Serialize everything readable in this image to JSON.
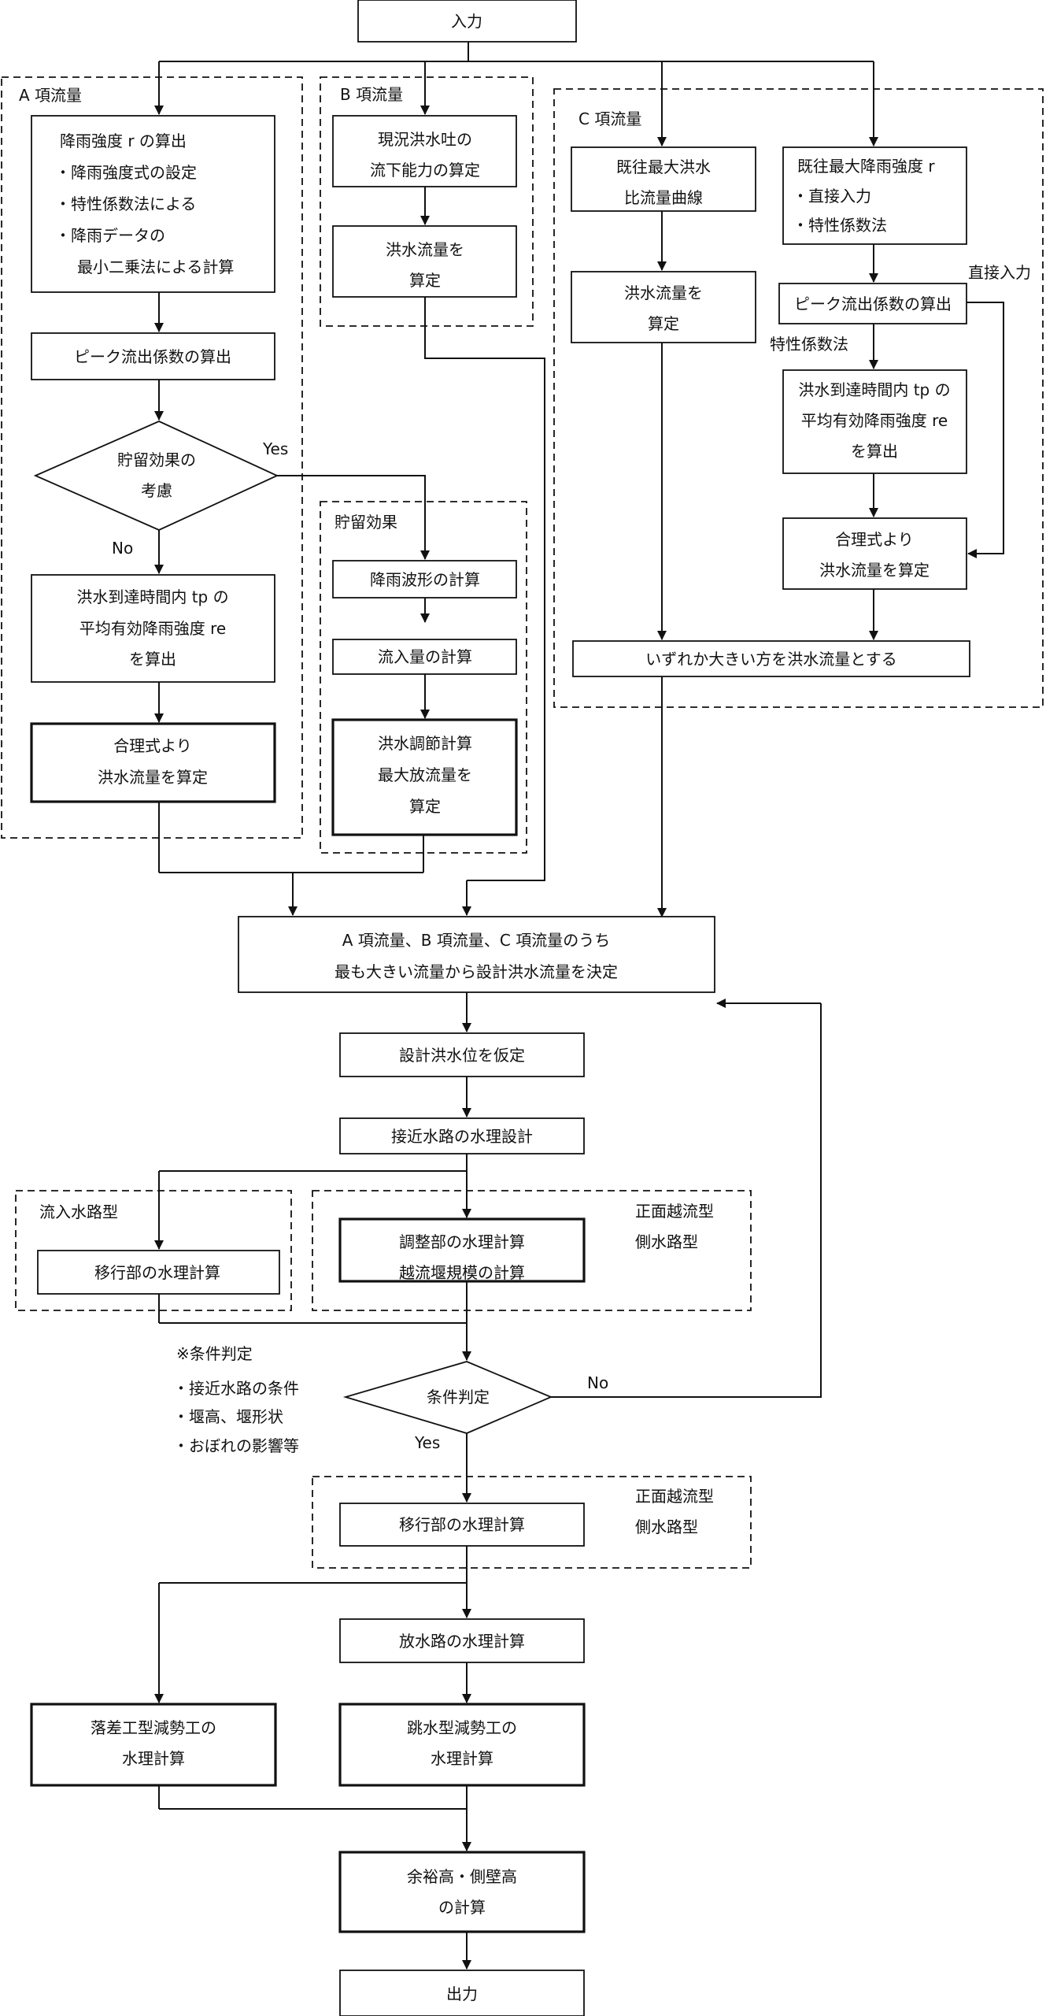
{
  "nodes": {
    "input": {
      "lines": [
        "入力"
      ]
    },
    "a_rain_intensity": {
      "lines": [
        "降雨強度 r の算出",
        "・降雨強度式の設定",
        "・特性係数法による",
        "・降雨データの",
        "最小二乗法による計算"
      ]
    },
    "a_peak_coef": {
      "lines": [
        "ピーク流出係数の算出"
      ]
    },
    "a_storage_decision": {
      "lines": [
        "貯留効果の",
        "考慮"
      ]
    },
    "a_avg_rain": {
      "lines": [
        "洪水到達時間内 tp の",
        "平均有効降雨強度 re",
        "を算出"
      ]
    },
    "a_rational": {
      "lines": [
        "合理式より",
        "洪水流量を算定"
      ]
    },
    "b_capacity": {
      "lines": [
        "現況洪水吐の",
        "流下能力の算定"
      ]
    },
    "b_flood_flow": {
      "lines": [
        "洪水流量を",
        "算定"
      ]
    },
    "s_rain_wave": {
      "lines": [
        "降雨波形の計算"
      ]
    },
    "s_inflow": {
      "lines": [
        "流入量の計算"
      ]
    },
    "s_regulation": {
      "lines": [
        "洪水調節計算",
        "最大放流量を",
        "算定"
      ]
    },
    "c_specific_curve": {
      "lines": [
        "既往最大洪水",
        "比流量曲線"
      ]
    },
    "c_flood_flow": {
      "lines": [
        "洪水流量を",
        "算定"
      ]
    },
    "c_max_rain": {
      "lines": [
        "既往最大降雨強度 r",
        "・直接入力",
        "・特性係数法"
      ]
    },
    "c_peak_coef": {
      "lines": [
        "ピーク流出係数の算出"
      ]
    },
    "c_avg_rain": {
      "lines": [
        "洪水到達時間内 tp の",
        "平均有効降雨強度 re",
        "を算出"
      ]
    },
    "c_rational": {
      "lines": [
        "合理式より",
        "洪水流量を算定"
      ]
    },
    "c_larger": {
      "lines": [
        "いずれか大きい方を洪水流量とする"
      ]
    },
    "design_flow": {
      "lines": [
        "A 項流量、B 項流量、C 項流量のうち",
        "最も大きい流量から設計洪水流量を決定"
      ]
    },
    "assume_level": {
      "lines": [
        "設計洪水位を仮定"
      ]
    },
    "approach_channel": {
      "lines": [
        "接近水路の水理設計"
      ]
    },
    "transition_calc": {
      "lines": [
        "移行部の水理計算"
      ]
    },
    "regulating_calc": {
      "lines": [
        "調整部の水理計算",
        "越流堰規模の計算"
      ]
    },
    "condition": {
      "lines": [
        "条件判定"
      ]
    },
    "transition_calc2": {
      "lines": [
        "移行部の水理計算"
      ]
    },
    "discharge_channel": {
      "lines": [
        "放水路の水理計算"
      ]
    },
    "drop_energy": {
      "lines": [
        "落差工型減勢工の",
        "水理計算"
      ]
    },
    "jump_energy": {
      "lines": [
        "跳水型減勢工の",
        "水理計算"
      ]
    },
    "freeboard": {
      "lines": [
        "余裕高・側壁高",
        "の計算"
      ]
    },
    "output": {
      "lines": [
        "出力"
      ]
    }
  },
  "groups": {
    "a": "A 項流量",
    "b": "B 項流量",
    "c": "C 項流量",
    "storage": "貯留効果",
    "inflow_channel": "流入水路型",
    "front_side_1": [
      "正面越流型",
      "側水路型"
    ],
    "front_side_2": [
      "正面越流型",
      "側水路型"
    ]
  },
  "edge_labels": {
    "yes_storage": "Yes",
    "no_storage": "No",
    "direct_input": "直接入力",
    "char_coef": "特性係数法",
    "cond_no": "No",
    "cond_yes": "Yes"
  },
  "notes": [
    "※条件判定",
    "・接近水路の条件",
    "・堰高、堰形状",
    "・おぼれの影響等"
  ]
}
